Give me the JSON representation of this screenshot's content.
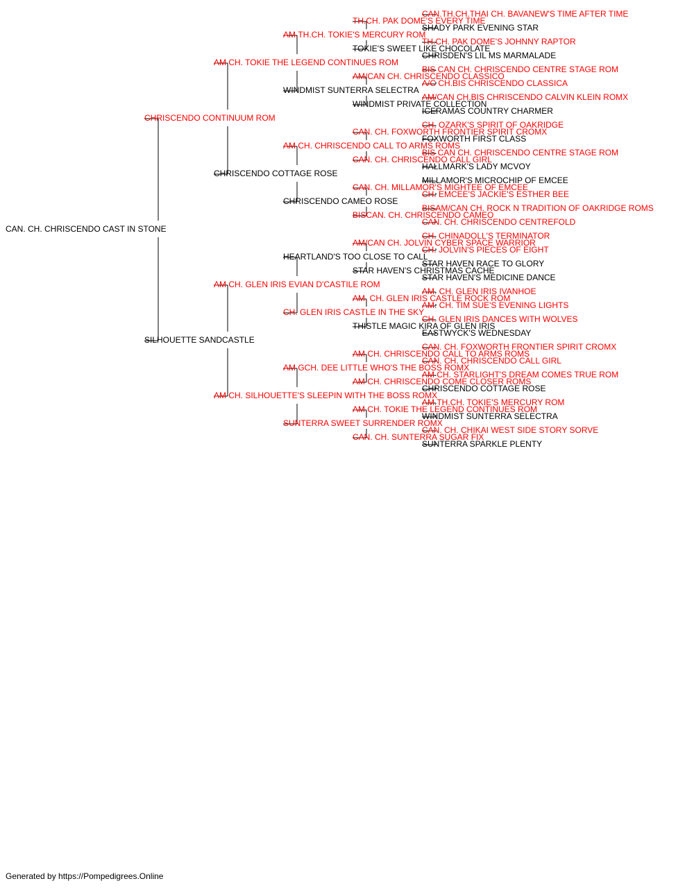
{
  "colors": {
    "champion": "#ff0000",
    "normal": "#000000",
    "line": "#000000"
  },
  "footer": "Generated by https://Pompedigrees.Online",
  "pedigree": {
    "name": "CAN. CH. CHRISCENDO CAST IN STONE",
    "champion": false,
    "sire": {
      "name": "CHRISCENDO CONTINUUM ROM",
      "champion": true,
      "sire": {
        "name": "AM CH. TOKIE THE LEGEND CONTINUES ROM",
        "champion": true,
        "sire": {
          "name": "AM.TH.CH. TOKIE'S MERCURY ROM",
          "champion": true,
          "sire": {
            "name": "TH.CH. PAK DOME'S EVERY TIME",
            "champion": true,
            "sire": {
              "name": "CAN.TH.CH.THAI CH. BAVANEW'S TIME AFTER TIME",
              "champion": true
            },
            "dam": {
              "name": "SHADY PARK EVENING STAR",
              "champion": false
            }
          },
          "dam": {
            "name": "TOKIE'S SWEET LIKE CHOCOLATE",
            "champion": false,
            "sire": {
              "name": "TH.CH. PAK DOME'S JOHNNY RAPTOR",
              "champion": true
            },
            "dam": {
              "name": "CHRISDEN'S LIL MS MARMALADE",
              "champion": false
            }
          }
        },
        "dam": {
          "name": "WINDMIST SUNTERRA SELECTRA",
          "champion": false,
          "sire": {
            "name": "AM/CAN CH. CHRISCENDO CLASSICO",
            "champion": true,
            "sire": {
              "name": "BIS CAN CH. CHRISCENDO CENTRE STAGE ROM",
              "champion": true
            },
            "dam": {
              "name": "A/C CH.BIS CHRISCENDO CLASSICA",
              "champion": true
            }
          },
          "dam": {
            "name": "WINDMIST PRIVATE COLLECTION",
            "champion": false,
            "sire": {
              "name": "AM/CAN CH.BIS CHRISCENDO CALVIN KLEIN ROMX",
              "champion": true
            },
            "dam": {
              "name": "ICERAMAS COUNTRY CHARMER",
              "champion": false
            }
          }
        }
      },
      "dam": {
        "name": "CHRISCENDO COTTAGE ROSE",
        "champion": false,
        "sire": {
          "name": "AM CH. CHRISCENDO CALL TO ARMS ROMS",
          "champion": true,
          "sire": {
            "name": "CAN. CH. FOXWORTH FRONTIER SPIRIT CROMX",
            "champion": true,
            "sire": {
              "name": "CH. OZARK'S SPIRIT OF OAKRIDGE",
              "champion": true
            },
            "dam": {
              "name": "FOXWORTH FIRST CLASS",
              "champion": false
            }
          },
          "dam": {
            "name": "CAN. CH. CHRISCENDO CALL GIRL",
            "champion": true,
            "sire": {
              "name": "BIS CAN CH. CHRISCENDO CENTRE STAGE ROM",
              "champion": true
            },
            "dam": {
              "name": "HALLMARK'S LADY MCVOY",
              "champion": false
            }
          }
        },
        "dam": {
          "name": "CHRISCENDO CAMEO ROSE",
          "champion": false,
          "sire": {
            "name": "CAN. CH. MILLAMOR'S MIGHTEE OF EMCEE",
            "champion": true,
            "sire": {
              "name": "MILLAMOR'S MICROCHIP OF EMCEE",
              "champion": false
            },
            "dam": {
              "name": "CH. EMCEE'S JACKIE'S ESTHER BEE",
              "champion": true
            }
          },
          "dam": {
            "name": "BISCAN. CH. CHRISCENDO CAMEO",
            "champion": true,
            "sire": {
              "name": "BISAM/CAN CH. ROCK N TRADITION OF OAKRIDGE ROMS",
              "champion": true
            },
            "dam": {
              "name": "CAN. CH. CHRISCENDO CENTREFOLD",
              "champion": true
            }
          }
        }
      }
    },
    "dam": {
      "name": "SILHOUETTE SANDCASTLE",
      "champion": false,
      "sire": {
        "name": "AM CH. GLEN IRIS EVIAN D'CASTILE ROM",
        "champion": true,
        "sire": {
          "name": "HEARTLAND'S TOO CLOSE TO CALL",
          "champion": false,
          "sire": {
            "name": "AM/CAN CH. JOLVIN CYBER SPACE WARRIOR",
            "champion": true,
            "sire": {
              "name": "CH. CHINADOLL'S TERMINATOR",
              "champion": true
            },
            "dam": {
              "name": "CH. JOLVIN'S PIECES OF EIGHT",
              "champion": true
            }
          },
          "dam": {
            "name": "STAR HAVEN'S CHRISTMAS CACHE",
            "champion": false,
            "sire": {
              "name": "STAR HAVEN RACE TO GLORY",
              "champion": false
            },
            "dam": {
              "name": "STAR HAVEN'S MEDICINE DANCE",
              "champion": false
            }
          }
        },
        "dam": {
          "name": "CH. GLEN IRIS CASTLE IN THE SKY",
          "champion": true,
          "sire": {
            "name": "AM. CH. GLEN IRIS CASTLE ROCK ROM",
            "champion": true,
            "sire": {
              "name": "AM. CH. GLEN IRIS IVANHOE",
              "champion": true
            },
            "dam": {
              "name": "AM. CH. TIM SUE'S EVENING LIGHTS",
              "champion": true
            }
          },
          "dam": {
            "name": "THISTLE MAGIC KIRA OF GLEN IRIS",
            "champion": false,
            "sire": {
              "name": "CH. GLEN IRIS DANCES WITH WOLVES",
              "champion": true
            },
            "dam": {
              "name": "EASTWYCK'S WEDNESDAY",
              "champion": false
            }
          }
        }
      },
      "dam": {
        "name": "AM CH. SILHOUETTE'S SLEEPIN WITH THE BOSS ROMX",
        "champion": true,
        "sire": {
          "name": "AM GCH. DEE LITTLE WHO'S THE BOSS ROMX",
          "champion": true,
          "sire": {
            "name": "AM CH. CHRISCENDO CALL TO ARMS ROMS",
            "champion": true,
            "sire": {
              "name": "CAN. CH. FOXWORTH FRONTIER SPIRIT CROMX",
              "champion": true
            },
            "dam": {
              "name": "CAN. CH. CHRISCENDO CALL GIRL",
              "champion": true
            }
          },
          "dam": {
            "name": "AM CH. CHRISCENDO COME CLOSER ROMS",
            "champion": true,
            "sire": {
              "name": "AM CH. STARLIGHT'S DREAM COMES TRUE ROM",
              "champion": true
            },
            "dam": {
              "name": "CHRISCENDO COTTAGE ROSE",
              "champion": false
            }
          }
        },
        "dam": {
          "name": "SUNTERRA SWEET SURRENDER ROMX",
          "champion": true,
          "sire": {
            "name": "AM CH. TOKIE THE LEGEND CONTINUES ROM",
            "champion": true,
            "sire": {
              "name": "AM.TH.CH. TOKIE'S MERCURY ROM",
              "champion": true
            },
            "dam": {
              "name": "WINDMIST SUNTERRA SELECTRA",
              "champion": false
            }
          },
          "dam": {
            "name": "CAN. CH. SUNTERRA SUGAR FIX",
            "champion": true,
            "sire": {
              "name": "CAN. CH. CHIKAI WEST SIDE STORY SORVE",
              "champion": true
            },
            "dam": {
              "name": "SUNTERRA SPARKLE PLENTY",
              "champion": false
            }
          }
        }
      }
    }
  }
}
